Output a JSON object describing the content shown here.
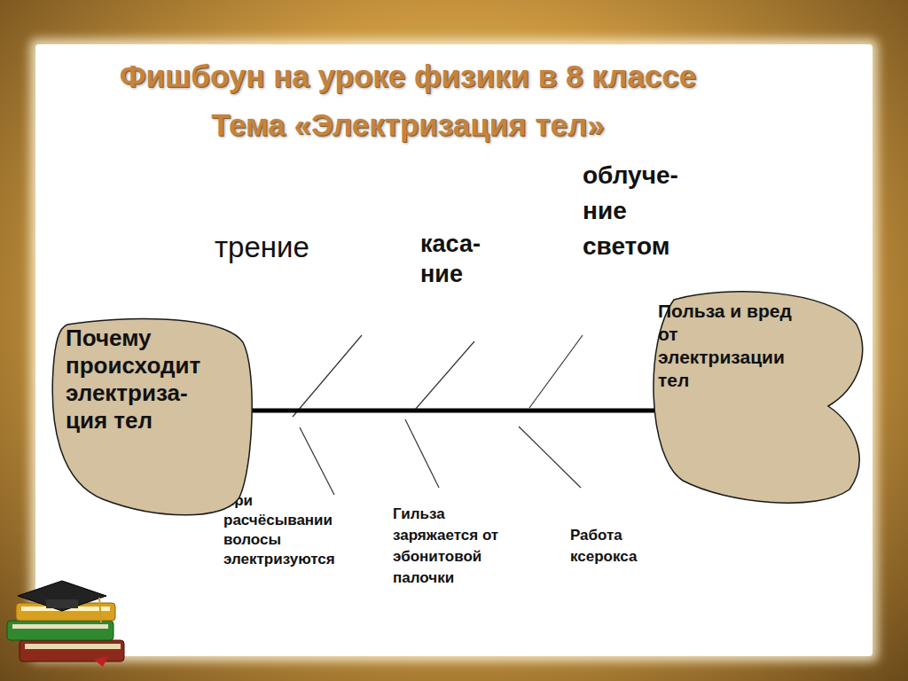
{
  "diagram": {
    "title": "Фишбоун на уроке физики в 8 классе",
    "nodes": [
      {
        "text": [
          "Почему происходит электриза- ция тел"
        ]
      },
      {
        "text": [
          "Польза и вред от электризации тел"
        ]
      }
    ],
    "edges": [
      {
        "from": 0,
        "to": 1,
        "arrow": "none"
      }
    ],
    "labels": [
      "Тема «Электризация тел»",
      "трение",
      "каса- ние",
      "облуче- ние светом",
      "При расчёсывании волосы электризуются",
      "Гильза заряжается от эбонитовой палочки",
      "Работа ксерокса"
    ]
  }
}
